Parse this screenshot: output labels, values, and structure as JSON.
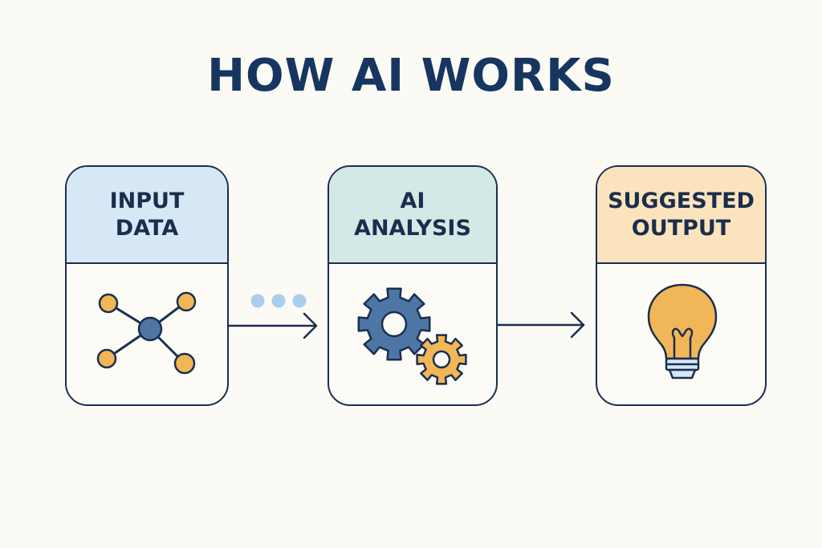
{
  "title": "HOW AI WORKS",
  "steps": [
    {
      "line1": "INPUT",
      "line2": "DATA",
      "header_color": "#d6e8f6",
      "icon": "network-nodes-icon"
    },
    {
      "line1": "AI",
      "line2": "ANALYSIS",
      "header_color": "#d3e9e6",
      "icon": "gears-icon"
    },
    {
      "line1": "SUGGESTED",
      "line2": "OUTPUT",
      "header_color": "#fbe4bd",
      "icon": "lightbulb-icon"
    }
  ],
  "colors": {
    "background": "#fcfaf5",
    "title": "#163660",
    "stroke": "#1a2e4f",
    "node_orange": "#f1b658",
    "node_blue": "#4d76a4",
    "dots": "#a9cfec"
  }
}
